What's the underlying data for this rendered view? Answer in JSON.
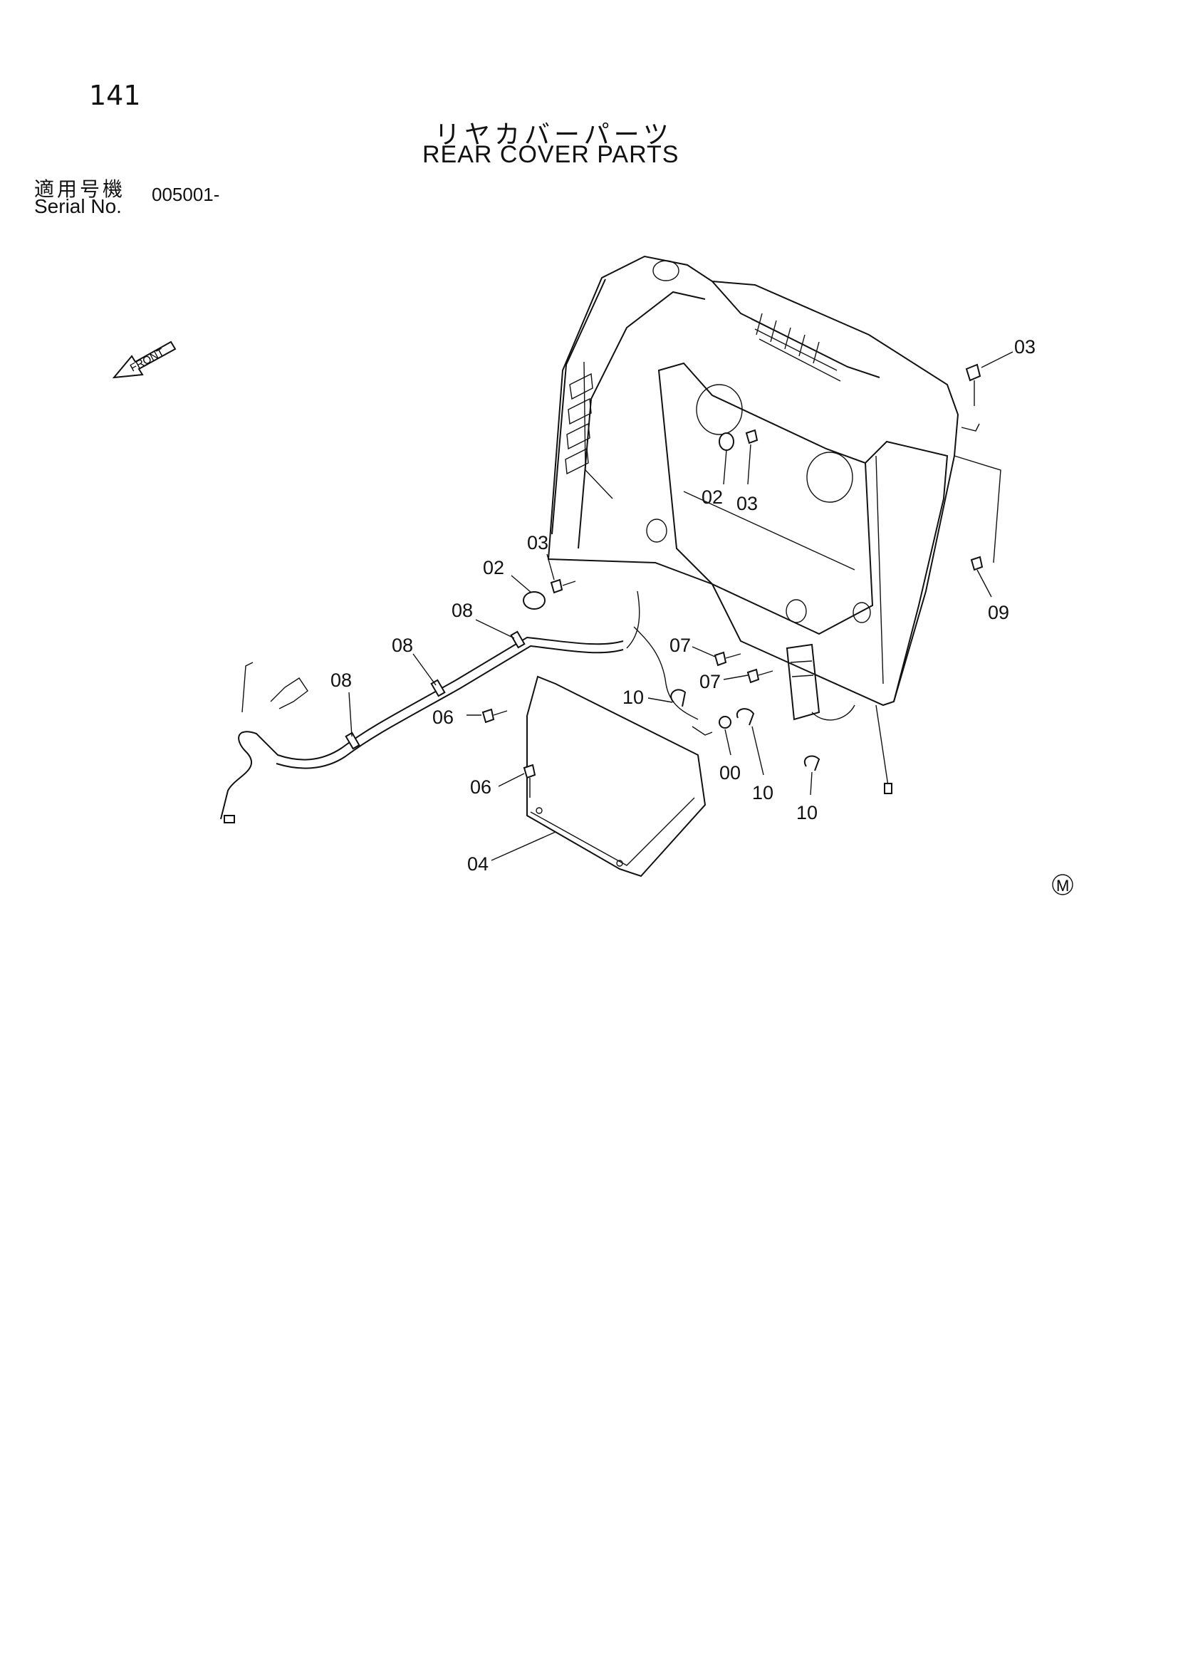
{
  "header": {
    "page_number": "141",
    "title_jp": "リヤカバーパーツ",
    "title_en": "REAR COVER PARTS",
    "serial_label_jp": "適用号機",
    "serial_label_en": "Serial No.",
    "serial_value": "005001-"
  },
  "diagram": {
    "front_arrow_label": "FRONT",
    "mark": "M",
    "callouts": [
      "03",
      "02",
      "03",
      "03",
      "02",
      "08",
      "08",
      "08",
      "07",
      "07",
      "10",
      "06",
      "06",
      "00",
      "10",
      "10",
      "09",
      "04"
    ]
  }
}
